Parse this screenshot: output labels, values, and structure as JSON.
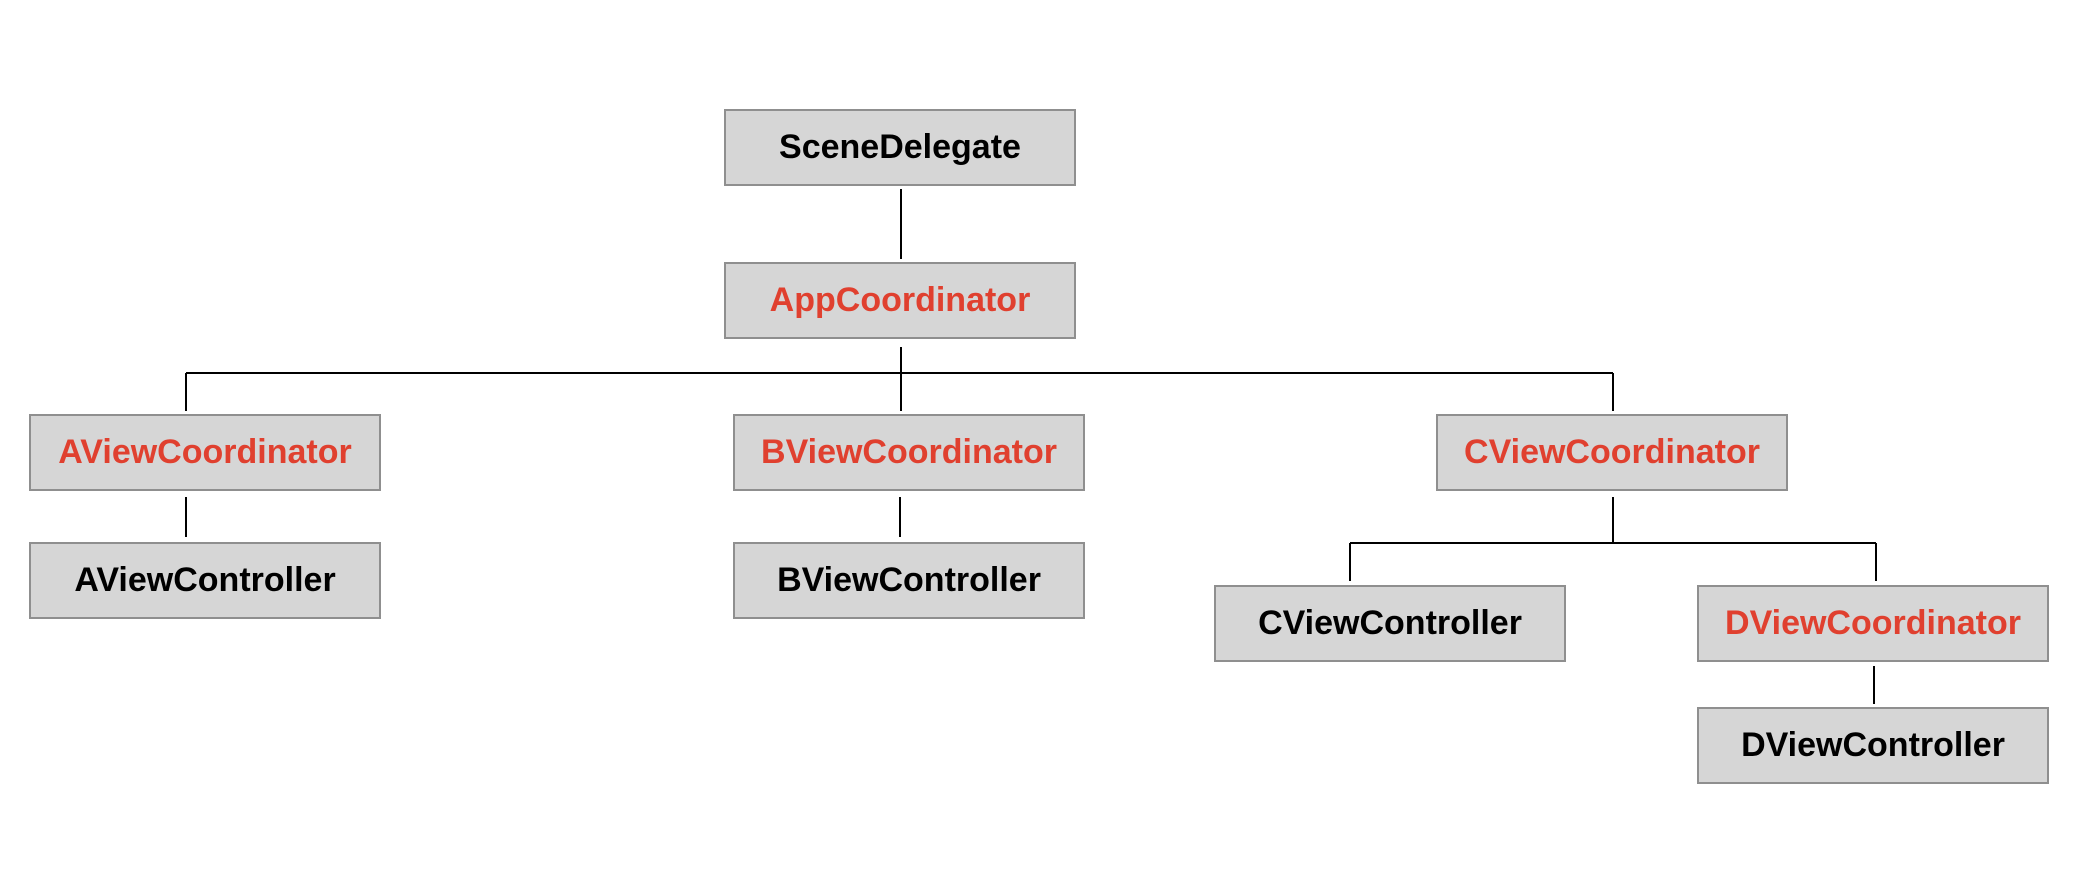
{
  "colors": {
    "node_fill": "#d6d6d6",
    "node_border": "#8f8f8f",
    "label_default": "#000000",
    "label_coordinator": "#e0402f",
    "connector": "#000000"
  },
  "nodes": {
    "scene_delegate": "SceneDelegate",
    "app_coordinator": "AppCoordinator",
    "a_view_coordinator": "AViewCoordinator",
    "b_view_coordinator": "BViewCoordinator",
    "c_view_coordinator": "CViewCoordinator",
    "a_view_controller": "AViewController",
    "b_view_controller": "BViewController",
    "c_view_controller": "CViewController",
    "d_view_coordinator": "DViewCoordinator",
    "d_view_controller": "DViewController"
  },
  "edges": [
    [
      "scene_delegate",
      "app_coordinator"
    ],
    [
      "app_coordinator",
      "a_view_coordinator"
    ],
    [
      "app_coordinator",
      "b_view_coordinator"
    ],
    [
      "app_coordinator",
      "c_view_coordinator"
    ],
    [
      "a_view_coordinator",
      "a_view_controller"
    ],
    [
      "b_view_coordinator",
      "b_view_controller"
    ],
    [
      "c_view_coordinator",
      "c_view_controller"
    ],
    [
      "c_view_coordinator",
      "d_view_coordinator"
    ],
    [
      "d_view_coordinator",
      "d_view_controller"
    ]
  ]
}
